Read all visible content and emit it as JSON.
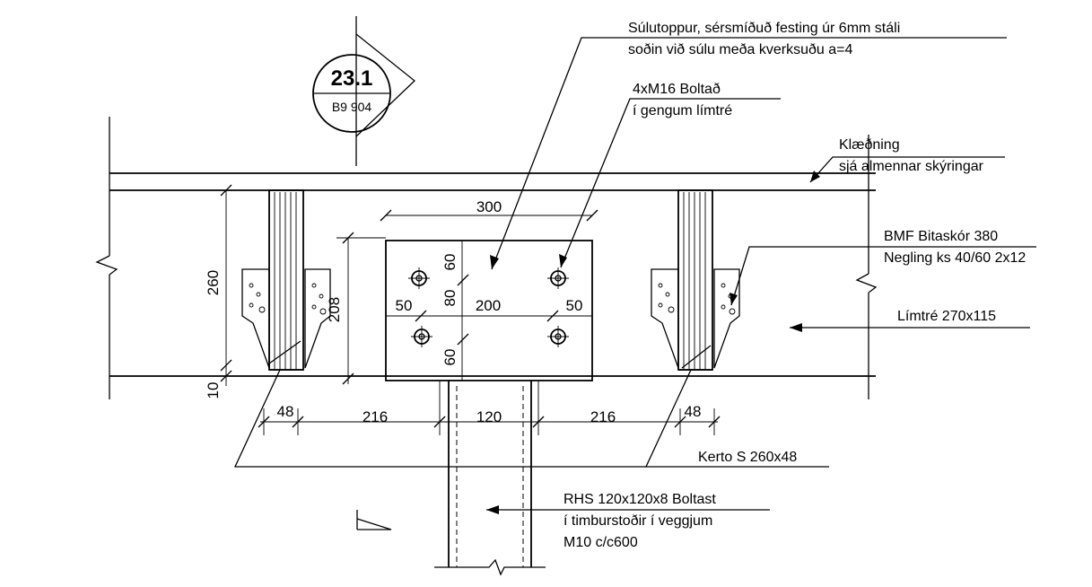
{
  "section_tag": {
    "number": "23.1",
    "sheet": "B9 904"
  },
  "labels": {
    "column_top_1": "Súlutoppur, sérsmíðuð festing úr 6mm stáli",
    "column_top_2": "soðin við súlu meða kverksuðu a=4",
    "bolts_1": "4xM16 Boltað",
    "bolts_2": "í gengum límtré",
    "cladding_1": "Klæðning",
    "cladding_2": "sjá almennar skýringar",
    "hanger_1": "BMF Bitaskór 380",
    "hanger_2": "Negling ks 40/60 2x12",
    "glulam": "Límtré 270x115",
    "kerto": "Kerto S 260x48",
    "rhs_1": "RHS 120x120x8 Boltast",
    "rhs_2": "í timburstoðir í veggjum",
    "rhs_3": "M10 c/c600"
  },
  "dimensions": {
    "plate_width": "300",
    "bolt_spacing_h": "200",
    "edge_left": "50",
    "edge_right": "50",
    "top_edge": "60",
    "bolt_spacing_v": "80",
    "bottom_edge": "60",
    "plate_height": "208",
    "beam_height": "260",
    "gap": "10",
    "kerto_left": "48",
    "span_left": "216",
    "column_width": "120",
    "span_right": "216",
    "kerto_right": "48"
  }
}
